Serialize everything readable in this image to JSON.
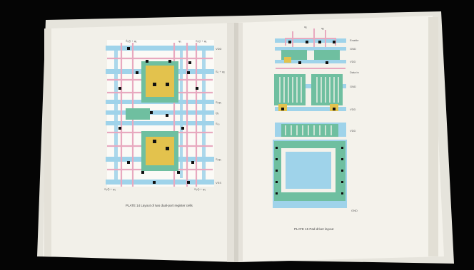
{
  "left_plate": {
    "top_labels": [
      "Ŝ₁Q̂ + φ₁",
      "φ₁",
      "S₁Q + φ₁"
    ],
    "right_labels": [
      "VDD",
      "S₀ + φ₂",
      "S₀φ₁",
      "Q₀",
      "S₁₀",
      "S₁φ₁",
      "VSS"
    ],
    "bottom_labels": [
      "S₀Q̂ + φ₂",
      "S₀Q + φ₂"
    ],
    "caption": "PLATE 14   Layout of two dual-port register cells"
  },
  "right_plate": {
    "top_labels": [
      "φ₁",
      "φ₂"
    ],
    "right_labels": [
      "Enable",
      "GND",
      "VDD",
      "Data in",
      "GND",
      "VDD",
      "VDD",
      "GND"
    ],
    "caption": "PLATE 15   Pad driver layout"
  },
  "colors": {
    "background": "#050505",
    "page": "#f1efe8",
    "metal": "#9fd3ea",
    "poly": "#e8a9bf",
    "diffusion": "#6fbfa0",
    "implant": "#e3c24d",
    "contact": "#111111"
  }
}
